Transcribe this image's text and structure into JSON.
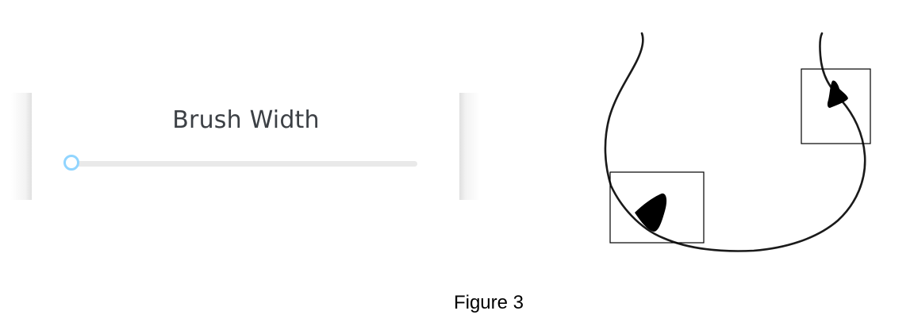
{
  "brush_control": {
    "title": "Brush Width",
    "slider": {
      "value_fraction": 0.0
    }
  },
  "figure": {
    "caption": "Figure 3",
    "stroke_color": "#1a1a1a",
    "box_color": "#000000"
  },
  "colors": {
    "title_text": "#3c4045",
    "slider_track": "#e9e9e9",
    "slider_handle_border": "#91d5ff"
  }
}
